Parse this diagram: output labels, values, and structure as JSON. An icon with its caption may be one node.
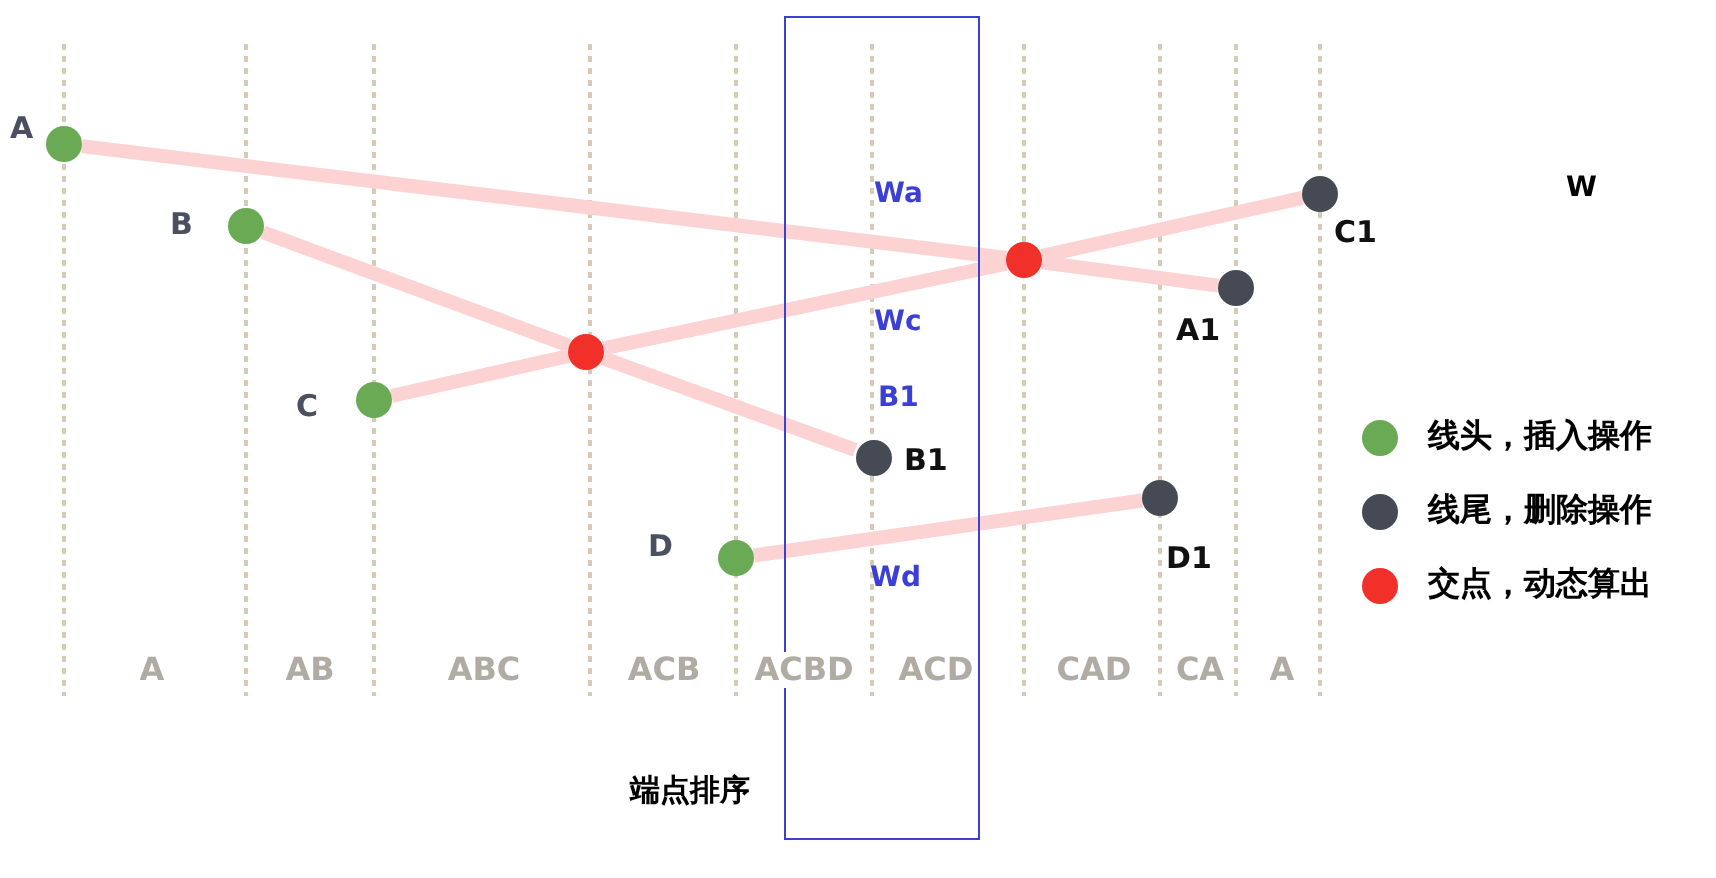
{
  "diagram": {
    "nodes": [
      {
        "text": [
          "Wa",
          "Wc",
          "B1",
          "Wd"
        ]
      },
      {
        "text": [],
        "shape": "circle",
        "beside": [
          "A"
        ]
      },
      {
        "text": [],
        "shape": "circle",
        "beside": [
          "B"
        ]
      },
      {
        "text": [],
        "shape": "circle",
        "beside": [
          "C"
        ]
      },
      {
        "text": [],
        "shape": "circle",
        "beside": [
          "D"
        ]
      },
      {
        "text": [],
        "shape": "circle"
      },
      {
        "text": [],
        "shape": "circle"
      },
      {
        "text": [],
        "shape": "circle",
        "beside": [
          "C1"
        ]
      },
      {
        "text": [],
        "shape": "circle",
        "beside": [
          "A1"
        ]
      },
      {
        "text": [],
        "shape": "circle",
        "beside": [
          "B1"
        ],
        "in": 0
      },
      {
        "text": [],
        "shape": "circle",
        "beside": [
          "D1"
        ]
      }
    ],
    "edges": [
      {
        "from": 1,
        "to": 6,
        "arrow": "none"
      },
      {
        "from": 6,
        "to": 8,
        "arrow": "none"
      },
      {
        "from": 2,
        "to": 5,
        "arrow": "none"
      },
      {
        "from": 5,
        "to": 9,
        "arrow": "none"
      },
      {
        "from": 3,
        "to": 5,
        "arrow": "none"
      },
      {
        "from": 5,
        "to": 6,
        "arrow": "none"
      },
      {
        "from": 6,
        "to": 7,
        "arrow": "none"
      },
      {
        "from": 4,
        "to": 10,
        "arrow": "none"
      }
    ],
    "labels": [
      "W",
      "A",
      "AB",
      "ABC",
      "ACB",
      "ACBD",
      "ACD",
      "CAD",
      "CA",
      "A",
      "端点排序"
    ],
    "legend": [
      {
        "text": "线头，插入操作",
        "color": "#6aaa55"
      },
      {
        "text": "线尾，删除操作",
        "color": "#454a54"
      },
      {
        "text": "交点，动态算出",
        "color": "#f2302a"
      }
    ]
  }
}
